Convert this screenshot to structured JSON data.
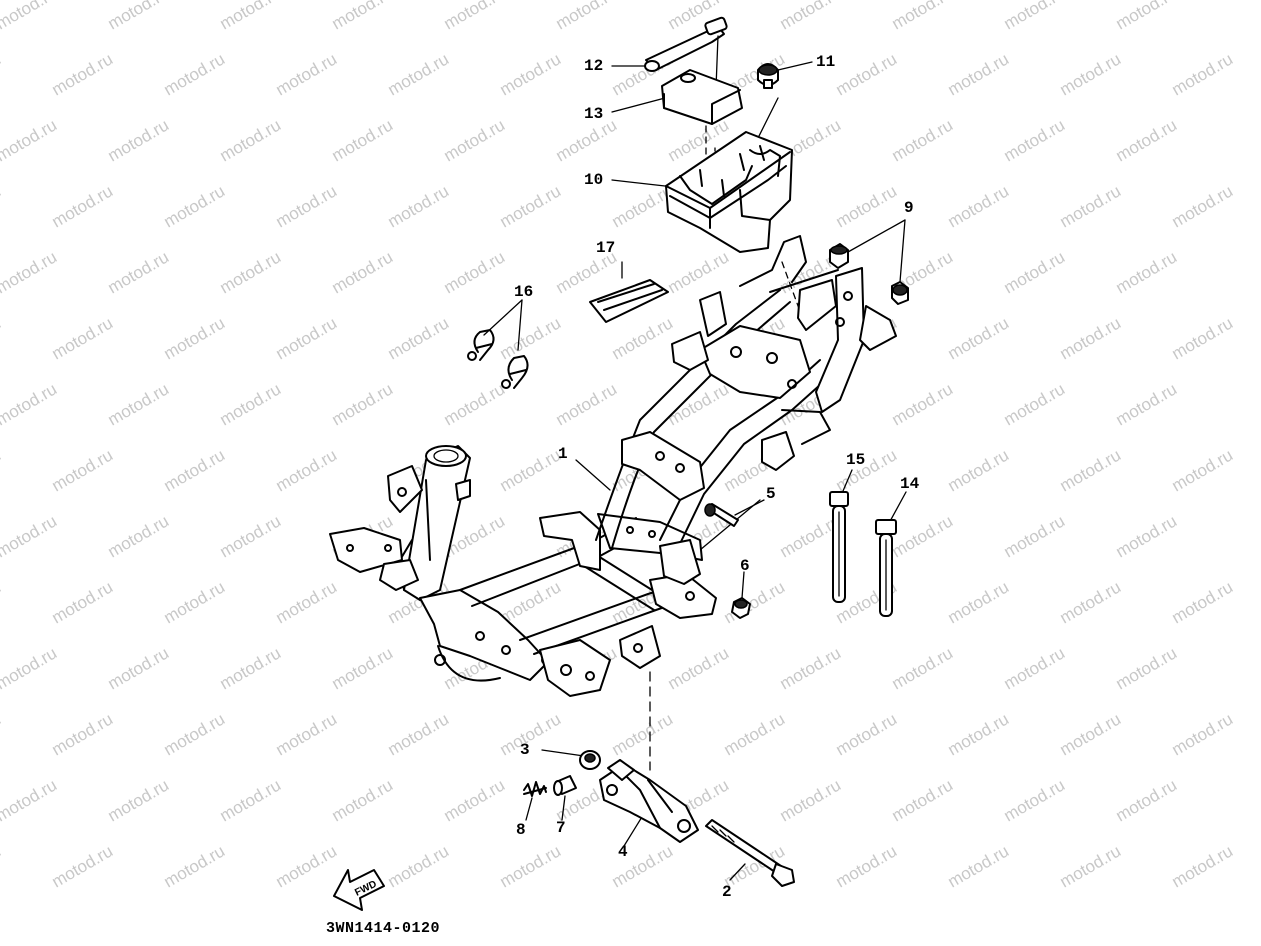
{
  "watermark": "motod.ru",
  "diagram_code": "3WN1414-0120",
  "fwd_label": "FWD",
  "callouts": [
    {
      "id": "1",
      "text": "1"
    },
    {
      "id": "2",
      "text": "2"
    },
    {
      "id": "3",
      "text": "3"
    },
    {
      "id": "4",
      "text": "4"
    },
    {
      "id": "5",
      "text": "5"
    },
    {
      "id": "6",
      "text": "6"
    },
    {
      "id": "7",
      "text": "7"
    },
    {
      "id": "8",
      "text": "8"
    },
    {
      "id": "9",
      "text": "9"
    },
    {
      "id": "10",
      "text": "10"
    },
    {
      "id": "11",
      "text": "11"
    },
    {
      "id": "12",
      "text": "12"
    },
    {
      "id": "13",
      "text": "13"
    },
    {
      "id": "14",
      "text": "14"
    },
    {
      "id": "15",
      "text": "15"
    },
    {
      "id": "16",
      "text": "16"
    },
    {
      "id": "17",
      "text": "17"
    }
  ]
}
